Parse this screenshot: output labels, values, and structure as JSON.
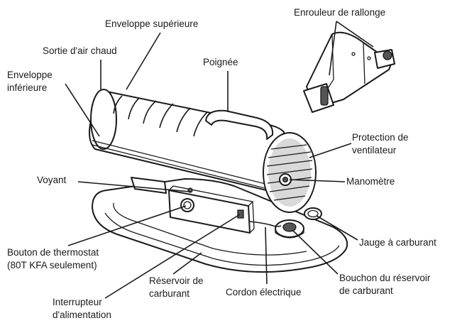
{
  "labels": {
    "enveloppe_superieure": "Enveloppe supérieure",
    "enrouleur": "Enrouleur de rallonge",
    "sortie_air": "Sortie d'air chaud",
    "enveloppe_inferieure_1": "Enveloppe",
    "enveloppe_inferieure_2": "inférieure",
    "poignee": "Poignée",
    "protection_1": "Protection de",
    "protection_2": "ventilateur",
    "voyant": "Voyant",
    "manometre": "Manomètre",
    "bouton_thermostat_1": "Bouton de thermostat",
    "bouton_thermostat_2": "(80T KFA seulement)",
    "jauge": "Jauge à carburant",
    "reservoir_1": "Réservoir de",
    "reservoir_2": "carburant",
    "bouchon_1": "Bouchon du réservoir",
    "bouchon_2": "de carburant",
    "cordon": "Cordon électrique",
    "interrupteur_1": "Interrupteur",
    "interrupteur_2": "d'alimentation"
  }
}
